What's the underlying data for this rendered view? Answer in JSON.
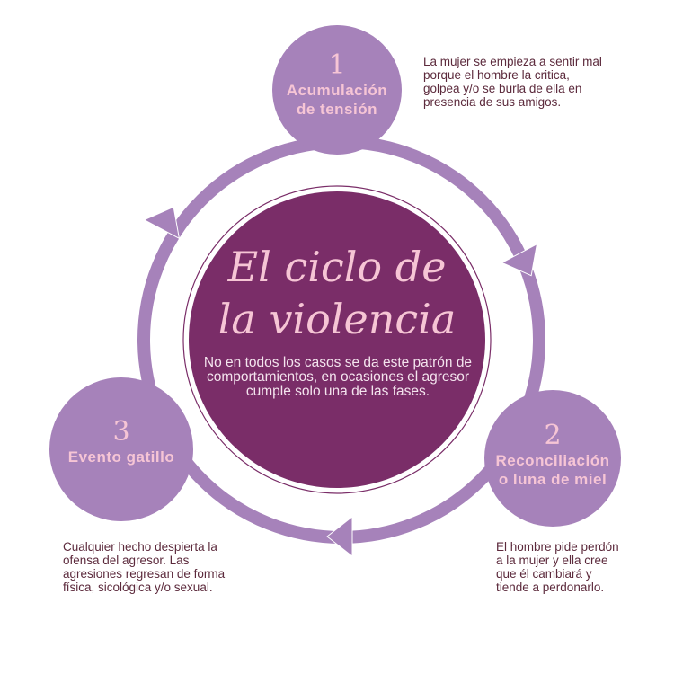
{
  "title": "El ciclo de la violencia",
  "title_lines": [
    "El ciclo de",
    "la violencia"
  ],
  "subtitle": "No en todos los casos se da este patrón de comportamientos, en ocasiones el agresor cumple solo una de las fases.",
  "phases": [
    {
      "number": "1",
      "label_lines": [
        "Acumulación",
        "de tensión"
      ],
      "description": "La mujer se empieza a sentir mal  porque el hombre la critica, golpea y/o se burla de ella en presencia de sus amigos."
    },
    {
      "number": "2",
      "label_lines": [
        "Reconciliación",
        "o luna de miel"
      ],
      "description": "El hombre pide perdón a la mujer y ella cree que él cambiará y tiende a perdonarlo."
    },
    {
      "number": "3",
      "label_lines": [
        "Evento gatillo"
      ],
      "description": "Cualquier hecho despierta la ofensa del agresor. Las agresiones regresan de forma física, sicológica y/o sexual."
    }
  ],
  "colors": {
    "lavender": "#a682ba",
    "center": "#7a2d68",
    "pink": "#f6c5d5",
    "text": "#5c2a3c"
  }
}
